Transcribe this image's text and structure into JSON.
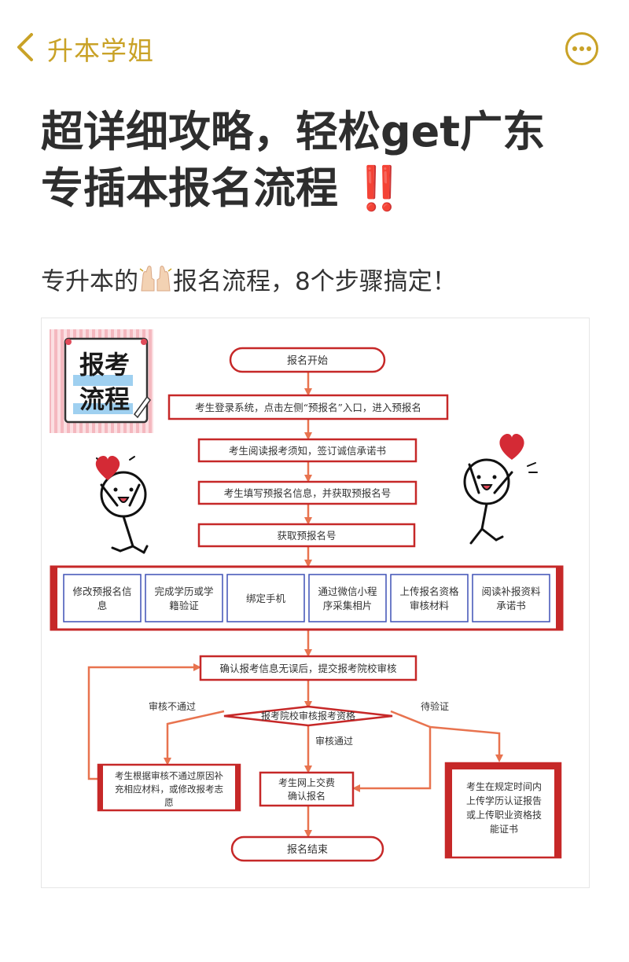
{
  "nav": {
    "title": "升本学姐",
    "back_icon": "chevron-left-icon",
    "more_icon": "more-horizontal-icon",
    "accent": "#c9a227"
  },
  "article": {
    "title_line1": "超详细攻略，轻松get广东",
    "title_line2": "专插本报名流程",
    "title_mark": "‼️",
    "subtitle_pre": "专升本的",
    "subtitle_emoji": "raising-hands-icon",
    "subtitle_post": "报名流程，8个步骤搞定！"
  },
  "flowchart": {
    "sticker_line1": "报考",
    "sticker_line2": "流程",
    "start": "报名开始",
    "step1": "考生登录系统，点击左侧“预报名”入口，进入预报名",
    "step2": "考生阅读报考须知，签订诚信承诺书",
    "step3": "考生填写预报名信息，并获取预报名号",
    "step4": "获取预报名号",
    "substeps": [
      [
        "修改预报名信",
        "息"
      ],
      [
        "完成学历或学",
        "籍验证"
      ],
      [
        "绑定手机"
      ],
      [
        "通过微信小程",
        "序采集相片"
      ],
      [
        "上传报名资格",
        "审核材料"
      ],
      [
        "阅读补报资料",
        "承诺书"
      ]
    ],
    "confirm": "确认报考信息无误后，提交报考院校审核",
    "review": "报考院校审核报考资格",
    "label_fail": "审核不通过",
    "label_pass": "审核通过",
    "label_pending": "待验证",
    "fail_box": [
      "考生根据审核不通过原因补",
      "充相应材料，或修改报考志",
      "愿"
    ],
    "pay_box": [
      "考生网上交费",
      "确认报名"
    ],
    "pending_box": [
      "考生在规定时间内",
      "上传学历认证报告",
      "或上传职业资格技",
      "能证书"
    ],
    "end": "报名结束",
    "colors": {
      "box_border": "#c62828",
      "arrow": "#e8734f",
      "sub_border": "#3f51b5",
      "band": "#c62828",
      "sticker_bg": "#f6c6cc"
    }
  }
}
